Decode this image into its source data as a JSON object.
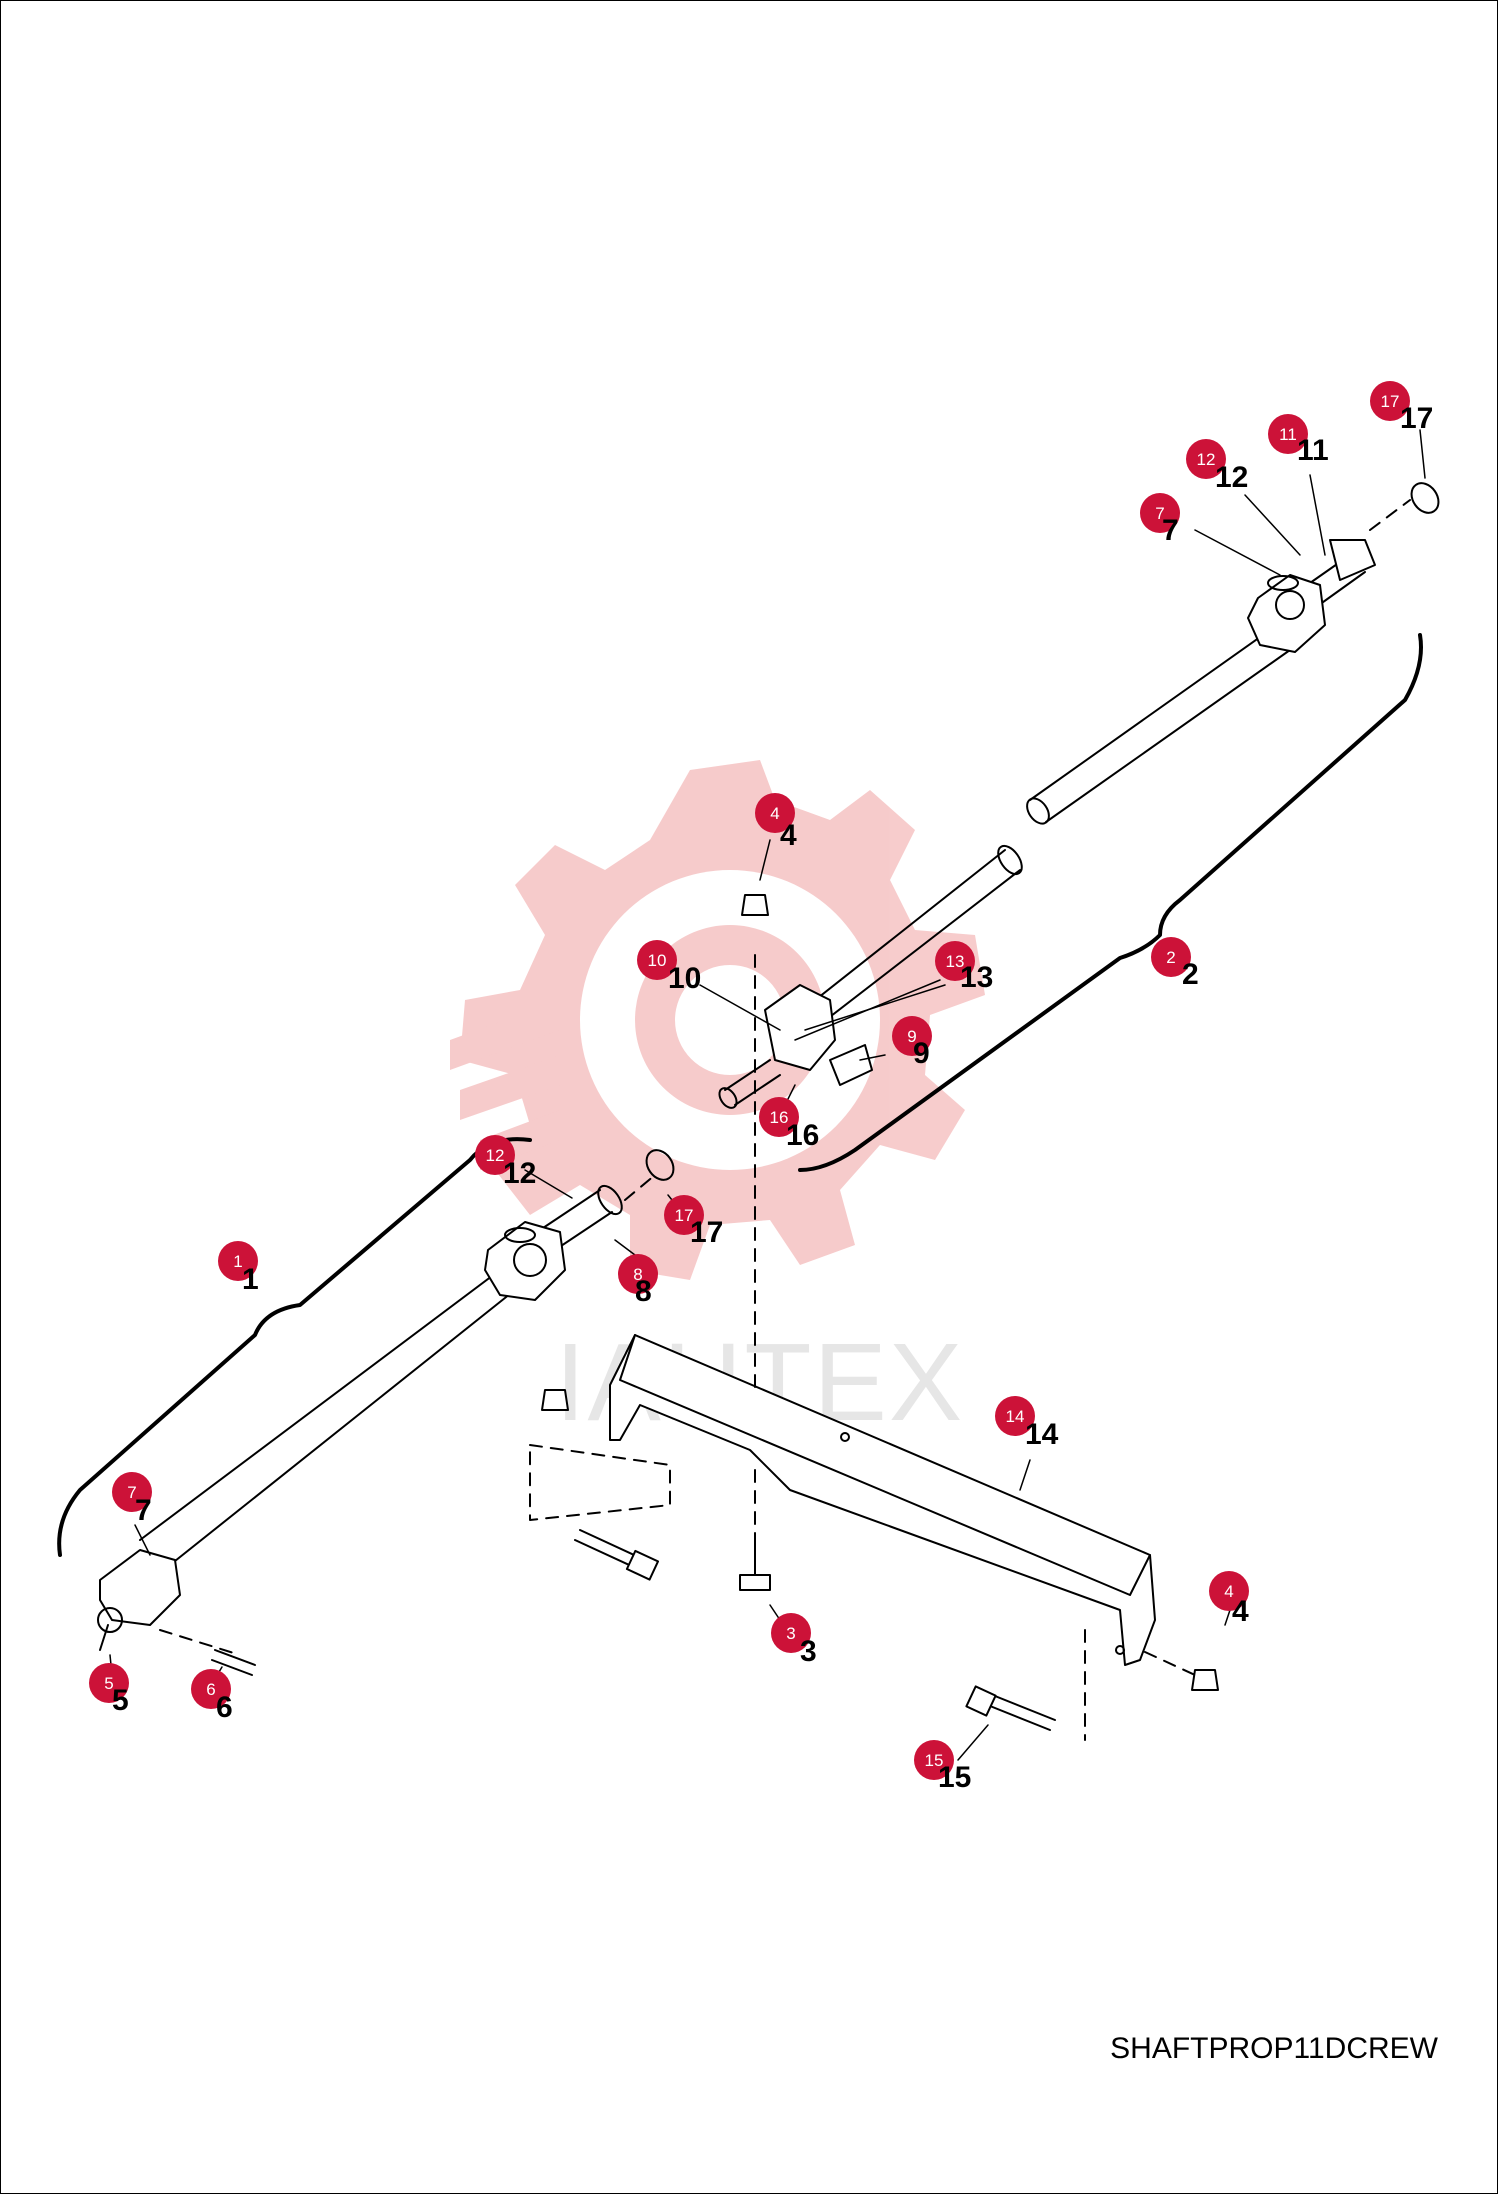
{
  "drawing_code": "SHAFTPROP11DCREW",
  "watermark_text": "IAHTEX",
  "colors": {
    "badge": "#cc1238",
    "watermark": "#f6c6c6",
    "line": "#000000"
  },
  "callouts": [
    {
      "num": "1"
    },
    {
      "num": "2"
    },
    {
      "num": "3"
    },
    {
      "num": "4"
    },
    {
      "num": "4"
    },
    {
      "num": "5"
    },
    {
      "num": "6"
    },
    {
      "num": "7"
    },
    {
      "num": "7"
    },
    {
      "num": "8"
    },
    {
      "num": "9"
    },
    {
      "num": "10"
    },
    {
      "num": "11"
    },
    {
      "num": "12"
    },
    {
      "num": "12"
    },
    {
      "num": "13"
    },
    {
      "num": "14"
    },
    {
      "num": "15"
    },
    {
      "num": "16"
    },
    {
      "num": "17"
    },
    {
      "num": "17"
    }
  ]
}
